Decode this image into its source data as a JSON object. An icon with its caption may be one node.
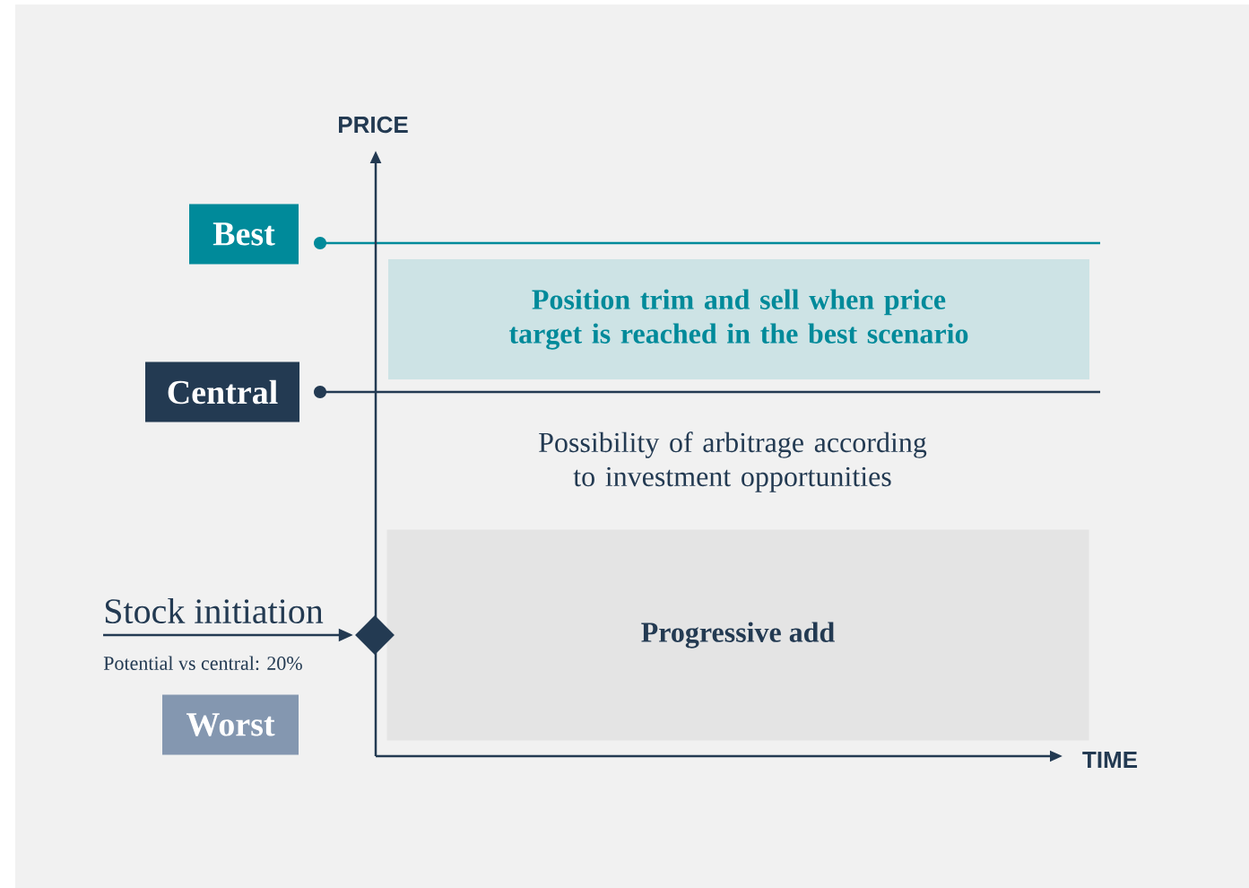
{
  "diagram": {
    "nodes": [
      {
        "text": [
          "Best"
        ]
      },
      {
        "text": [
          "Central"
        ]
      },
      {
        "text": [
          "Worst"
        ]
      },
      {
        "text": [
          "Position trim and sell when price target is reached in the best scenario"
        ]
      },
      {
        "text": [
          "Progressive add"
        ]
      },
      {
        "text": [
          "Stock initiation"
        ],
        "beside": [
          "Potential vs central: 20%"
        ]
      },
      {
        "text": [],
        "shape": "diamond"
      }
    ],
    "edges": [
      {
        "from": 5,
        "to": 6,
        "arrow": "to"
      }
    ],
    "labels": [
      "PRICE",
      "Possibility of arbitrage according to investment opportunities",
      "TIME"
    ]
  }
}
